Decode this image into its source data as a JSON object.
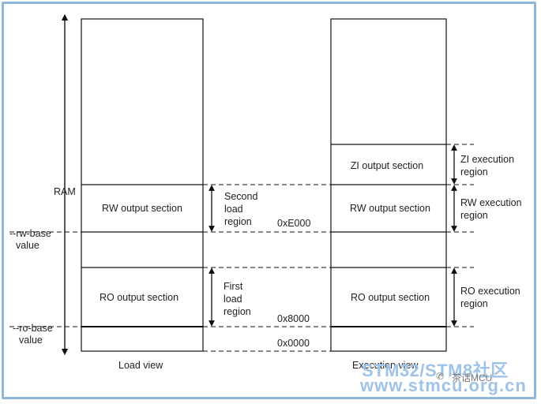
{
  "labels": {
    "ram": "RAM",
    "rw_base": [
      "--rw-base",
      "value"
    ],
    "ro_base": [
      "--ro-base",
      "value"
    ],
    "load_view": "Load view",
    "execution_view": "Execution view"
  },
  "load_sections": {
    "rw": "RW output section",
    "ro": "RO output section"
  },
  "exec_sections": {
    "zi": "ZI output section",
    "rw": "RW output section",
    "ro": "RO output section"
  },
  "load_regions": {
    "second": [
      "Second",
      "load",
      "region"
    ],
    "first": [
      "First",
      "load",
      "region"
    ]
  },
  "exec_regions": {
    "zi": [
      "ZI execution",
      "region"
    ],
    "rw": [
      "RW execution",
      "region"
    ],
    "ro": [
      "RO execution",
      "region"
    ]
  },
  "addresses": {
    "e000": "0xE000",
    "a8000": "0x8000",
    "a0000": "0x0000"
  },
  "watermark": {
    "line1": "STM32/STM8社区",
    "line2": "www.stmcu.org.cn",
    "brand": "茶话MCU",
    "icon": "wechat-icon"
  }
}
